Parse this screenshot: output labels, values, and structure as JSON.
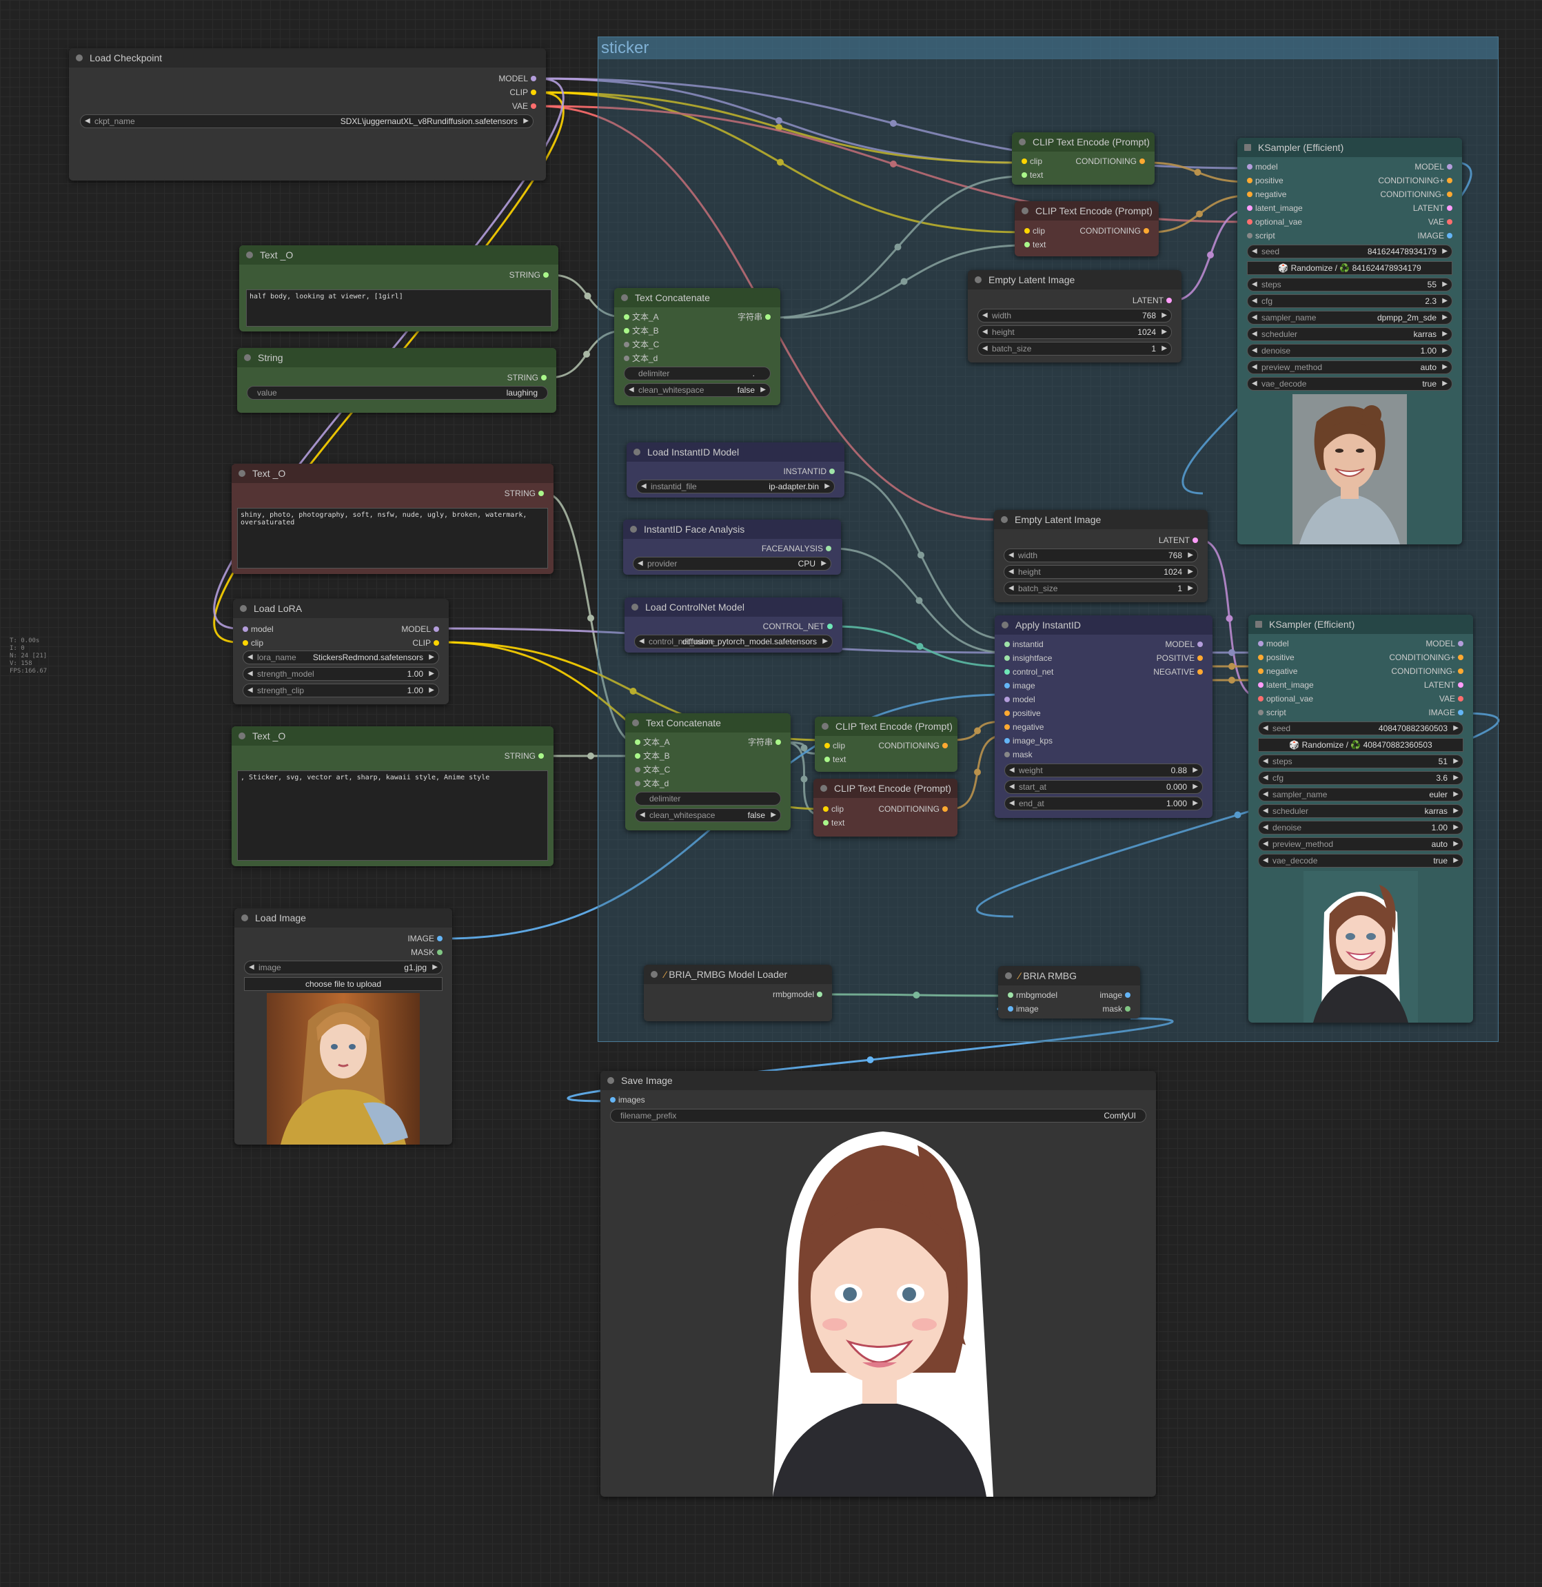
{
  "group": {
    "title": "sticker"
  },
  "stats": [
    "T: 0.00s",
    "I: 0",
    "N: 24 [21]",
    "V: 158",
    "FPS:166.67"
  ],
  "load_checkpoint": {
    "title": "Load Checkpoint",
    "outputs": [
      "MODEL",
      "CLIP",
      "VAE"
    ],
    "ckpt_label": "ckpt_name",
    "ckpt_value": "SDXL\\juggernautXL_v8Rundiffusion.safetensors"
  },
  "text_o_1": {
    "title": "Text _O",
    "output": "STRING",
    "text": "half body, looking at viewer, [1girl]"
  },
  "string_node": {
    "title": "String",
    "output": "STRING",
    "value_label": "value",
    "value": "laughing"
  },
  "text_o_2": {
    "title": "Text _O",
    "output": "STRING",
    "text": "shiny, photo, photography, soft, nsfw, nude, ugly, broken, watermark, oversaturated"
  },
  "load_lora": {
    "title": "Load LoRA",
    "inputs": [
      "model",
      "clip"
    ],
    "outputs": [
      "MODEL",
      "CLIP"
    ],
    "lora_label": "lora_name",
    "lora_value": "StickersRedmond.safetensors",
    "sm_label": "strength_model",
    "sm_value": "1.00",
    "sc_label": "strength_clip",
    "sc_value": "1.00"
  },
  "text_o_3": {
    "title": "Text _O",
    "output": "STRING",
    "text": ", Sticker, svg, vector art, sharp, kawaii style, Anime style"
  },
  "load_image": {
    "title": "Load Image",
    "outputs": [
      "IMAGE",
      "MASK"
    ],
    "image_label": "image",
    "image_value": "g1.jpg",
    "upload_label": "choose file to upload"
  },
  "text_concat_1": {
    "title": "Text Concatenate",
    "inputs": [
      "文本_A",
      "文本_B",
      "文本_C",
      "文本_d"
    ],
    "output": "字符串",
    "delim_label": "delimiter",
    "delim_value": ".",
    "cw_label": "clean_whitespace",
    "cw_value": "false"
  },
  "text_concat_2": {
    "title": "Text Concatenate",
    "inputs": [
      "文本_A",
      "文本_B",
      "文本_C",
      "文本_d"
    ],
    "output": "字符串",
    "delim_label": "delimiter",
    "delim_value": "",
    "cw_label": "clean_whitespace",
    "cw_value": "false"
  },
  "load_instantid": {
    "title": "Load InstantID Model",
    "output": "INSTANTID",
    "file_label": "instantid_file",
    "file_value": "ip-adapter.bin"
  },
  "face_analysis": {
    "title": "InstantID Face Analysis",
    "output": "FACEANALYSIS",
    "prov_label": "provider",
    "prov_value": "CPU"
  },
  "controlnet": {
    "title": "Load ControlNet Model",
    "output": "CONTROL_NET",
    "cn_label": "control_net_name",
    "cn_value": "diffusion_pytorch_model.safetensors"
  },
  "clip_pos_1": {
    "title": "CLIP Text Encode (Prompt)",
    "inputs": [
      "clip",
      "text"
    ],
    "output": "CONDITIONING"
  },
  "clip_neg_1": {
    "title": "CLIP Text Encode (Prompt)",
    "inputs": [
      "clip",
      "text"
    ],
    "output": "CONDITIONING"
  },
  "clip_pos_2": {
    "title": "CLIP Text Encode (Prompt)",
    "inputs": [
      "clip",
      "text"
    ],
    "output": "CONDITIONING"
  },
  "clip_neg_2": {
    "title": "CLIP Text Encode (Prompt)",
    "inputs": [
      "clip",
      "text"
    ],
    "output": "CONDITIONING"
  },
  "empty_latent_1": {
    "title": "Empty Latent Image",
    "output": "LATENT",
    "w_label": "width",
    "w_value": "768",
    "h_label": "height",
    "h_value": "1024",
    "b_label": "batch_size",
    "b_value": "1"
  },
  "empty_latent_2": {
    "title": "Empty Latent Image",
    "output": "LATENT",
    "w_label": "width",
    "w_value": "768",
    "h_label": "height",
    "h_value": "1024",
    "b_label": "batch_size",
    "b_value": "1"
  },
  "apply_instantid": {
    "title": "Apply InstantID",
    "inputs": [
      "instantid",
      "insightface",
      "control_net",
      "image",
      "model",
      "positive",
      "negative",
      "image_kps",
      "mask"
    ],
    "outputs": [
      "MODEL",
      "POSITIVE",
      "NEGATIVE"
    ],
    "weight_label": "weight",
    "weight_value": "0.88",
    "start_label": "start_at",
    "start_value": "0.000",
    "end_label": "end_at",
    "end_value": "1.000"
  },
  "ksampler_1": {
    "title": "KSampler (Efficient)",
    "inputs": [
      "model",
      "positive",
      "negative",
      "latent_image",
      "optional_vae",
      "script"
    ],
    "outputs": [
      "MODEL",
      "CONDITIONING+",
      "CONDITIONING-",
      "LATENT",
      "VAE",
      "IMAGE"
    ],
    "widgets": [
      [
        "seed",
        "841624478934179"
      ],
      [
        "steps",
        "55"
      ],
      [
        "cfg",
        "2.3"
      ],
      [
        "sampler_name",
        "dpmpp_2m_sde"
      ],
      [
        "scheduler",
        "karras"
      ],
      [
        "denoise",
        "1.00"
      ],
      [
        "preview_method",
        "auto"
      ],
      [
        "vae_decode",
        "true"
      ]
    ],
    "randomize": "🎲 Randomize / ♻️ 841624478934179"
  },
  "ksampler_2": {
    "title": "KSampler (Efficient)",
    "inputs": [
      "model",
      "positive",
      "negative",
      "latent_image",
      "optional_vae",
      "script"
    ],
    "outputs": [
      "MODEL",
      "CONDITIONING+",
      "CONDITIONING-",
      "LATENT",
      "VAE",
      "IMAGE"
    ],
    "widgets": [
      [
        "seed",
        "408470882360503"
      ],
      [
        "steps",
        "51"
      ],
      [
        "cfg",
        "3.6"
      ],
      [
        "sampler_name",
        "euler"
      ],
      [
        "scheduler",
        "karras"
      ],
      [
        "denoise",
        "1.00"
      ],
      [
        "preview_method",
        "auto"
      ],
      [
        "vae_decode",
        "true"
      ]
    ],
    "randomize": "🎲 Randomize / ♻️ 408470882360503"
  },
  "bria_loader": {
    "title": "BRIA_RMBG Model Loader",
    "output": "rmbgmodel"
  },
  "bria_rmbg": {
    "title": "BRIA RMBG",
    "inputs": [
      "rmbgmodel",
      "image"
    ],
    "outputs": [
      "image",
      "mask"
    ]
  },
  "save_image": {
    "title": "Save Image",
    "input": "images",
    "prefix_label": "filename_prefix",
    "prefix_value": "ComfyUI"
  },
  "colors": {
    "model": "#b39ddb",
    "clip": "#ffd500",
    "vae": "#ff6e6e",
    "conditioning": "#ffa931",
    "latent": "#ff9cf9",
    "image": "#64b5f6",
    "string": "#aab8a5",
    "control_net": "#6ee7b7"
  }
}
